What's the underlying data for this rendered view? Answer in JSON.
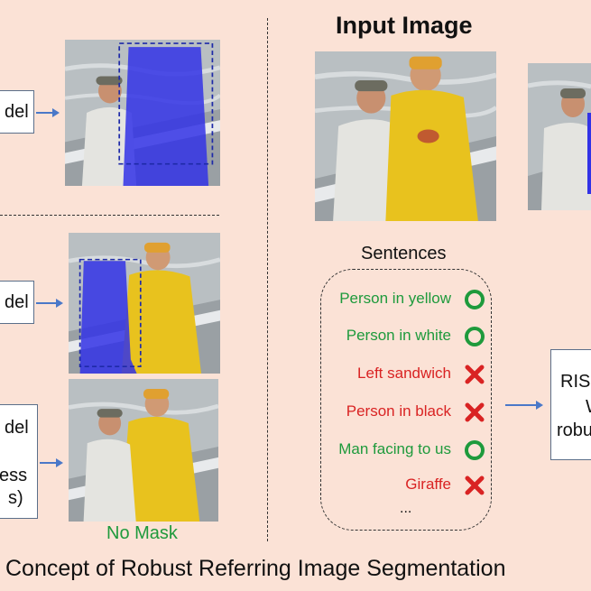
{
  "left_panel": {
    "model_box_1": [
      "del"
    ],
    "model_box_2": [
      "del"
    ],
    "model_box_3": [
      "del",
      "ess",
      "s)"
    ],
    "no_mask_label": "No Mask"
  },
  "input_image": {
    "title": "Input Image"
  },
  "sentences": {
    "title": "Sentences",
    "items": [
      {
        "text": "Person in yellow",
        "valid": true
      },
      {
        "text": "Person in white",
        "valid": true
      },
      {
        "text": "Left sandwich",
        "valid": false
      },
      {
        "text": "Person in black",
        "valid": false
      },
      {
        "text": "Man facing to us",
        "valid": true
      },
      {
        "text": "Giraffe",
        "valid": false
      }
    ],
    "ellipsis": "..."
  },
  "right_box": {
    "lines": [
      "RIS",
      "W",
      "robu"
    ]
  },
  "caption": "Concept of Robust Referring Image Segmentation",
  "colors": {
    "background": "#fbe2d6",
    "valid_green": "#1e9a3c",
    "invalid_red": "#d92323",
    "mask_blue": "#3232e6",
    "arrow_blue": "#4a78c8"
  }
}
